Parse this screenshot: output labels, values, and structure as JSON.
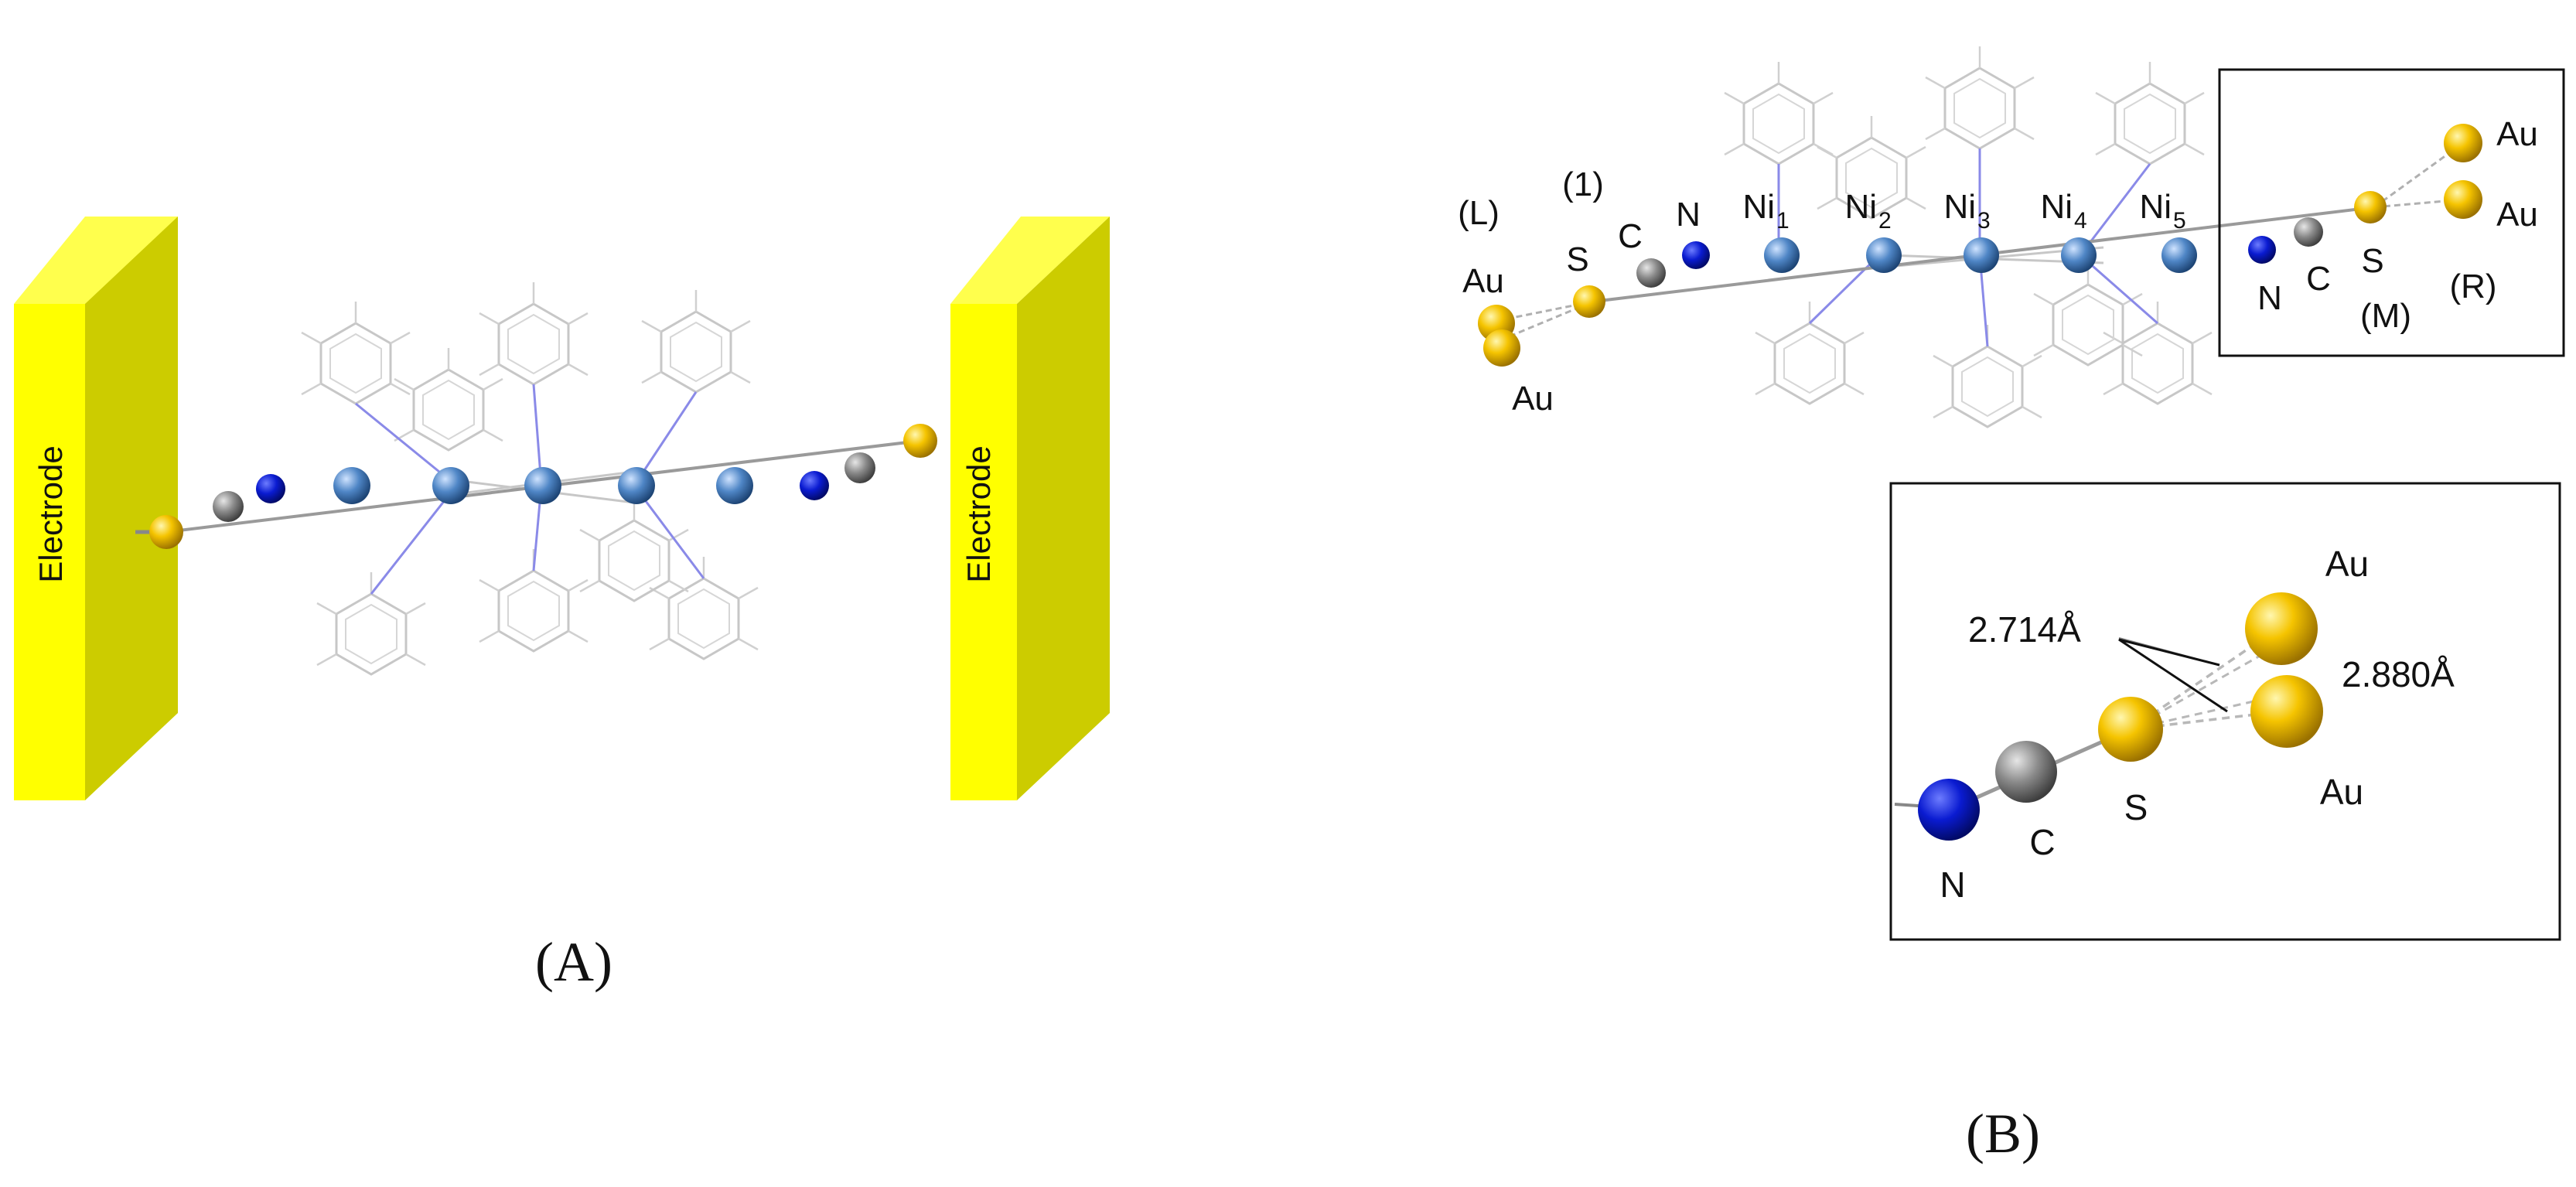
{
  "panel_a": {
    "caption": "(A)",
    "electrode_left_label": "Electrode",
    "electrode_right_label": "Electrode"
  },
  "panel_b": {
    "caption": "(B)",
    "labels": {
      "L": "(L)",
      "one": "(1)",
      "M": "(M)",
      "R": "(R)",
      "au": "Au",
      "s": "S",
      "c": "C",
      "n": "N",
      "ni_base": "Ni",
      "ni_subs": [
        "1",
        "2",
        "3",
        "4",
        "5"
      ]
    },
    "inset": {
      "distance_s_au": "2.714Å",
      "distance_au_au": "2.880Å",
      "au": "Au",
      "s": "S",
      "c": "C",
      "n": "N"
    }
  },
  "colors": {
    "electrode_front": "#ffff00",
    "electrode_side": "#cccc00",
    "gold_atom": "#f5c400",
    "sulfur_atom": "#f2b600",
    "carbon_atom": "#8a8a8a",
    "nitrogen_atom": "#0a1bd1",
    "nickel_atom": "#4f86c6",
    "ligand_line": "#c7c7c7",
    "ligand_nitrogen_line": "#7a7ae6"
  }
}
